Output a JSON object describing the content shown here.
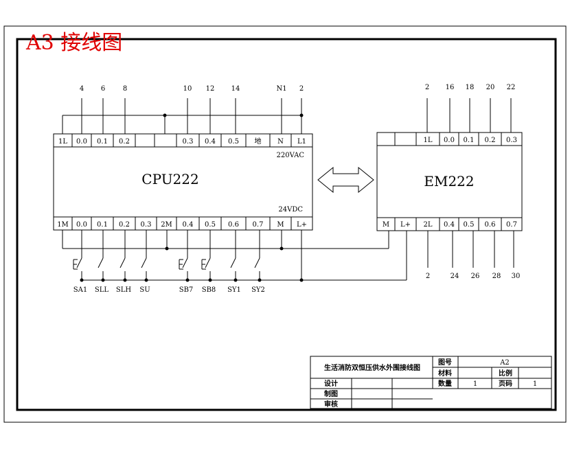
{
  "drawing_title": "A3 接线图",
  "cpu": {
    "name": "CPU222",
    "power_ac": "220VAC",
    "power_dc": "24VDC",
    "top_terminals": [
      "1L",
      "0.0",
      "0.1",
      "0.2",
      "",
      "",
      "0.3",
      "0.4",
      "0.5",
      "地",
      "N",
      "L1"
    ],
    "bottom_terminals": [
      "1M",
      "0.0",
      "0.1",
      "0.2",
      "0.3",
      "2M",
      "0.4",
      "0.5",
      "0.6",
      "0.7",
      "M",
      "L+"
    ],
    "top_wire_numbers": [
      "4",
      "6",
      "8",
      "10",
      "12",
      "14",
      "N1",
      "2"
    ]
  },
  "em": {
    "name": "EM222",
    "top_terminals": [
      "",
      "",
      "1L",
      "0.0",
      "0.1",
      "0.2",
      "0.3"
    ],
    "bottom_terminals": [
      "M",
      "L+",
      "2L",
      "0.4",
      "0.5",
      "0.6",
      "0.7"
    ],
    "top_wire_numbers": [
      "2",
      "16",
      "18",
      "20",
      "22"
    ],
    "bottom_wire_numbers": [
      "2",
      "24",
      "26",
      "28",
      "30"
    ]
  },
  "switches": [
    "SA1",
    "SLL",
    "SLH",
    "SU",
    "SB7",
    "SB8",
    "SY1",
    "SY2"
  ],
  "title_block": {
    "project": "生活消防双恒压供水外围接线图",
    "drawing_no_label": "图号",
    "drawing_no": "A2",
    "material_label": "材料",
    "scale_label": "比例",
    "quantity_label": "数量",
    "quantity": "1",
    "page_label": "页码",
    "page": "1",
    "design_label": "设计",
    "drawn_label": "制图",
    "review_label": "审核"
  }
}
